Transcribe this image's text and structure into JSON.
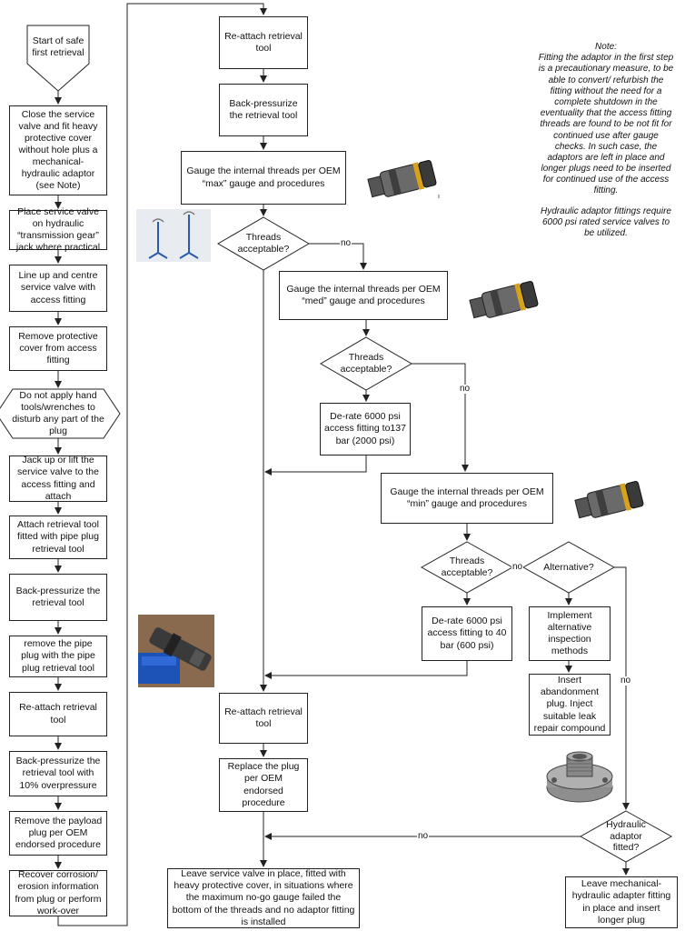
{
  "left": {
    "start": "Start of safe first retrieval",
    "close_valve": "Close the service valve and fit heavy protective cover without hole plus a mechanical-hydraulic adaptor (see Note)",
    "place_valve": "Place service valve on hydraulic “transmission gear” jack where practical",
    "line_up": "Line up and centre service valve with access fitting",
    "remove_cover": "Remove protective cover from access fitting",
    "caution": "Do not apply hand tools/wrenches to disturb any part of the plug",
    "jack_up": "Jack up or lift the service valve to the access fitting and attach",
    "attach_tool": "Attach retrieval tool fitted with pipe plug retrieval tool",
    "back_press_1": "Back-pressurize the retrieval tool",
    "remove_pipe_plug": "remove the pipe plug with the pipe plug retrieval tool",
    "reattach_1": "Re-attach retrieval tool",
    "back_press_10": "Back-pressurize the retrieval tool with 10% overpressure",
    "remove_payload": "Remove the payload plug per OEM endorsed procedure",
    "recover_info": "Recover corrosion/ erosion information from plug or perform work-over"
  },
  "middle": {
    "reattach_top": "Re-attach retrieval tool",
    "back_press_top": "Back-pressurize the retrieval tool",
    "gauge_max": "Gauge the internal threads per OEM “max” gauge and procedures",
    "threads_1": "Threads acceptable?",
    "gauge_med": "Gauge the internal threads per OEM “med” gauge and procedures",
    "threads_2": "Threads acceptable?",
    "derate_137": "De-rate 6000 psi access fitting to137 bar (2000 psi)",
    "gauge_min": "Gauge the internal threads per OEM “min” gauge and procedures",
    "threads_3": "Threads acceptable?",
    "alternative": "Alternative?",
    "derate_40": "De-rate 6000 psi access fitting to 40 bar (600 psi)",
    "implement_alt": "Implement alternative inspection methods",
    "insert_abandon": "Insert abandonment plug. Inject suitable leak repair compound",
    "reattach_bottom": "Re-attach retrieval tool",
    "replace_plug": "Replace the plug per OEM endorsed procedure",
    "hydraulic_fitted": "Hydraulic adaptor fitted?",
    "leave_valve": "Leave service valve in place, fitted with heavy protective cover, in situations where the maximum no-go gauge failed the bottom of the threads and no adaptor fitting is installed",
    "leave_adapter": "Leave mechanical-hydraulic adapter fitting in place and insert longer plug"
  },
  "edge_labels": {
    "no_1": "no",
    "no_2": "no",
    "no_3": "no",
    "no_4": "no",
    "no_5": "no"
  },
  "note": {
    "heading": "Note:",
    "para1": "Fitting the adaptor in the first step is a precautionary measure, to be able to convert/ refurbish the fitting without the need for a complete shutdown in the eventuality that the access fitting threads are found to be not fit for continued use after gauge checks. In such case, the adaptors are left in place and longer plugs need to be inserted for continued use of the access fitting.",
    "para2": "Hydraulic adaptor fittings require 6000 psi rated service valves to be utilized."
  },
  "pictures": [
    "gauge-tool-image",
    "gauge-tool-image",
    "gauge-tool-image",
    "jack-stands-image",
    "pipe-plug-photo",
    "adaptor-fitting-image"
  ],
  "colors": {
    "line": "#222222",
    "gauge_band": "#d6a21a"
  }
}
